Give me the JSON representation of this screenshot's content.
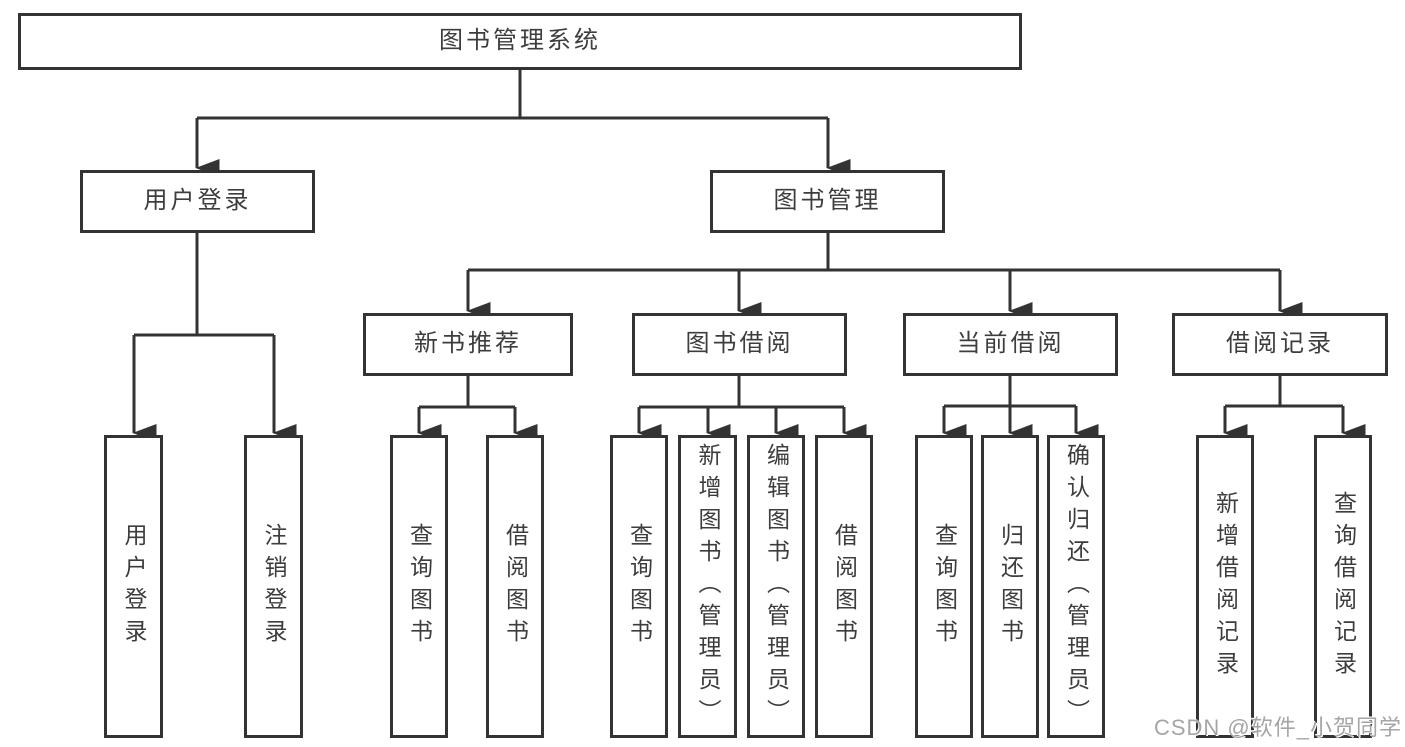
{
  "colors": {
    "line": "#333333",
    "box_border": "#333333",
    "text": "#3d3d3d",
    "background": "#ffffff",
    "watermark": "#a5a5a5"
  },
  "tree": {
    "root": {
      "label": "图书管理系统"
    },
    "branches": [
      {
        "label": "用户登录",
        "children": [
          {
            "label": "用户登录"
          },
          {
            "label": "注销登录"
          }
        ]
      },
      {
        "label": "图书管理",
        "children": [
          {
            "label": "新书推荐",
            "children": [
              {
                "label": "查询图书"
              },
              {
                "label": "借阅图书"
              }
            ]
          },
          {
            "label": "图书借阅",
            "children": [
              {
                "label": "查询图书"
              },
              {
                "label": "新增图书（管理员）"
              },
              {
                "label": "编辑图书（管理员）"
              },
              {
                "label": "借阅图书"
              }
            ]
          },
          {
            "label": "当前借阅",
            "children": [
              {
                "label": "查询图书"
              },
              {
                "label": "归还图书"
              },
              {
                "label": "确认归还（管理员）"
              }
            ]
          },
          {
            "label": "借阅记录",
            "children": [
              {
                "label": "新增借阅记录"
              },
              {
                "label": "查询借阅记录"
              }
            ]
          }
        ]
      }
    ]
  },
  "watermark": {
    "text": "CSDN @软件_小贺同学"
  }
}
